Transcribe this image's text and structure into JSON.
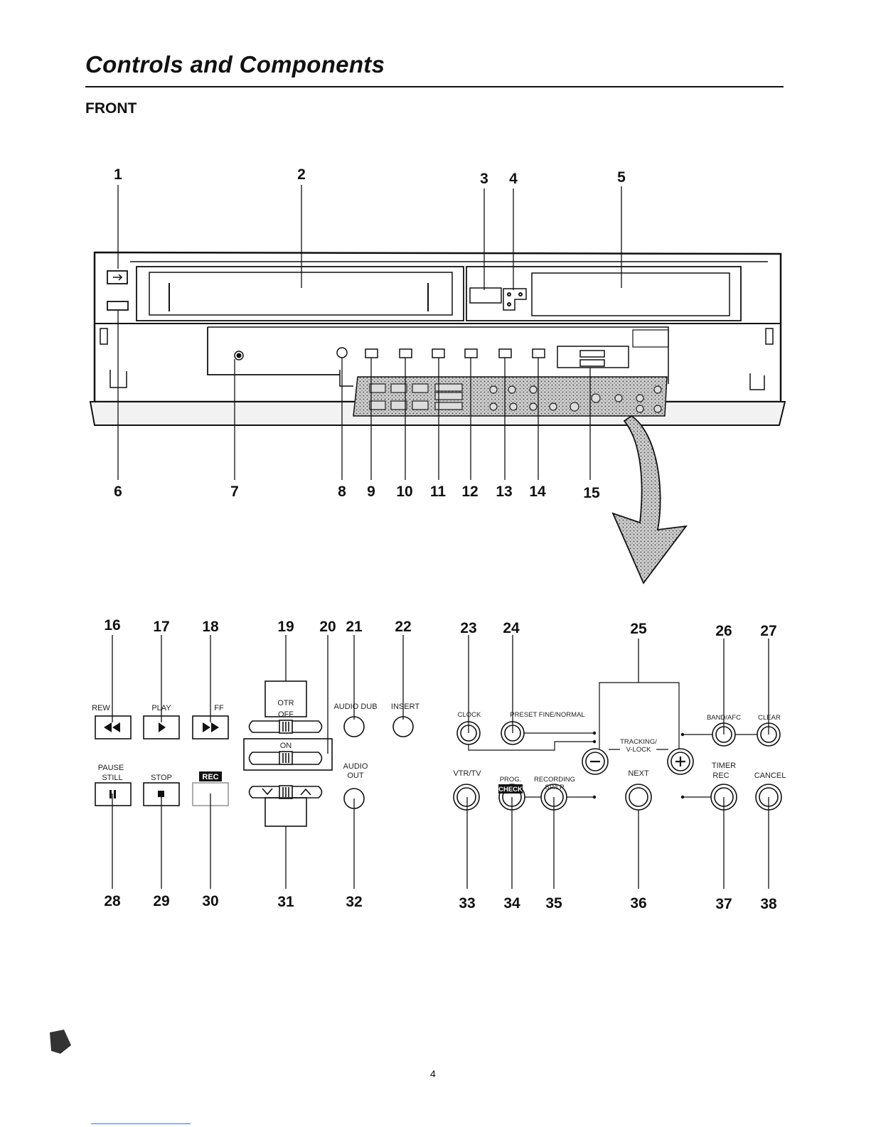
{
  "page": {
    "title": "Controls and Components",
    "section": "FRONT",
    "page_number": "4"
  },
  "front_callouts": [
    "1",
    "2",
    "3",
    "4",
    "5",
    "6",
    "7",
    "8",
    "9",
    "10",
    "11",
    "12",
    "13",
    "14",
    "15"
  ],
  "panel_callouts": [
    "16",
    "17",
    "18",
    "19",
    "20",
    "21",
    "22",
    "23",
    "24",
    "25",
    "26",
    "27",
    "28",
    "29",
    "30",
    "31",
    "32",
    "33",
    "34",
    "35",
    "36",
    "37",
    "38"
  ],
  "panel_labels": {
    "rew": "REW",
    "play": "PLAY",
    "ff": "FF",
    "pause_still_1": "PAUSE",
    "pause_still_2": "STILL",
    "stop": "STOP",
    "rec": "REC",
    "otr": "OTR",
    "off": "OFF",
    "on": "ON",
    "audio_dub": "AUDIO DUB",
    "insert": "INSERT",
    "audio_out_1": "AUDIO",
    "audio_out_2": "OUT",
    "clock": "CLOCK",
    "preset": "PRESET FINE/NORMAL",
    "tracking_1": "TRACKING/",
    "tracking_2": "V-LOCK",
    "band_afc": "BAND/AFC",
    "clear": "CLEAR",
    "vtr_tv": "VTR/TV",
    "prog": "PROG.",
    "check": "CHECK",
    "recording_1": "RECORDING",
    "recording_2": "SP/LP",
    "next": "NEXT",
    "timer_1": "TIMER",
    "timer_2": "REC",
    "cancel": "CANCEL"
  },
  "icons": {
    "rew": "rewind-icon",
    "play": "play-icon",
    "ff": "fast-forward-icon",
    "pause": "pause-icon",
    "stop": "stop-icon",
    "minus": "minus-icon",
    "plus": "plus-icon",
    "down": "chevron-down-icon",
    "up": "chevron-up-icon"
  }
}
